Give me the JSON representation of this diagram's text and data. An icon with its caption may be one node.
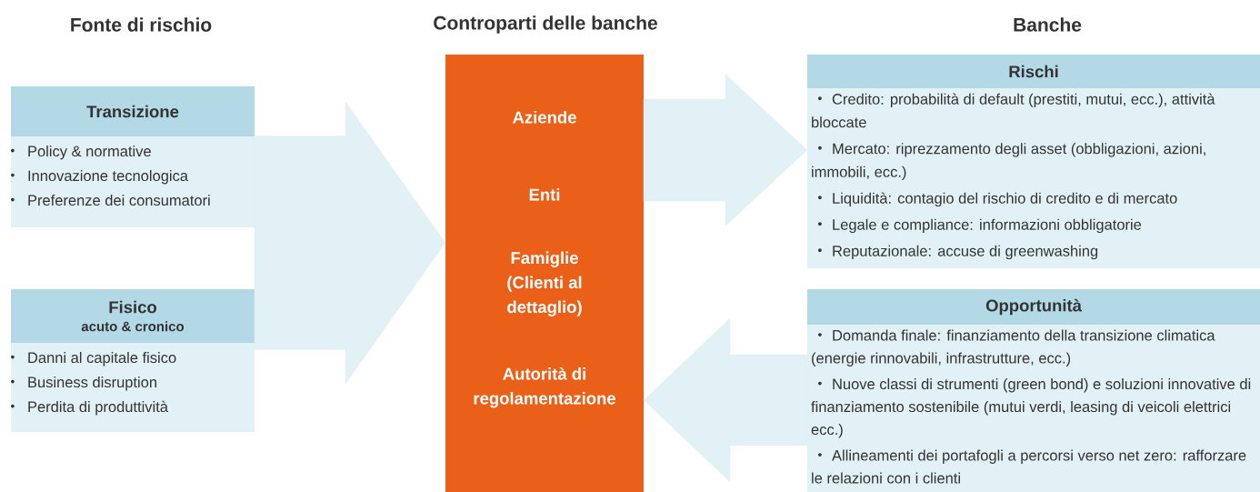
{
  "diagram": {
    "nodes": [
      {
        "text": [
          "Transizione",
          "Policy & normative",
          "Innovazione tecnologica",
          "Preferenze dei consumatori"
        ]
      },
      {
        "text": [
          "Fisico",
          "acuto & cronico",
          "Danni al capitale fisico",
          "Business disruption",
          "Perdita di produttività"
        ]
      },
      {
        "text": [
          "Aziende",
          "Enti",
          "Famiglie (Clienti al dettaglio)",
          "Autorità di regolamentazione"
        ]
      },
      {
        "text": [
          "Rischi",
          "Credito: probabilità di default (prestiti, mutui, ecc.), attività bloccate",
          "Mercato: riprezzamento degli asset (obbligazioni, azioni, immobili, ecc.)",
          "Liquidità: contagio del rischio di credito e di mercato",
          "Legale e compliance: informazioni obbligatorie",
          "Reputazionale: accuse di greenwashing"
        ]
      },
      {
        "text": [
          "Opportunità",
          "Domanda finale: finanziamento della transizione climatica (energie rinnovabili, infrastrutture, ecc.)",
          "Nuove classi di strumenti (green bond) e soluzioni innovative di finanziamento sostenibile (mutui verdi, leasing di veicoli elettrici ecc.)",
          "Allineamenti dei portafogli a percorsi verso net zero: rafforzare le relazioni con i clienti"
        ]
      }
    ],
    "edges": [
      {
        "from": 0,
        "to": 2,
        "arrow": "to"
      },
      {
        "from": 1,
        "to": 2,
        "arrow": "to"
      },
      {
        "from": 2,
        "to": 3,
        "arrow": "to"
      },
      {
        "from": 4,
        "to": 2,
        "arrow": "to"
      }
    ],
    "labels": [
      "Fonte di rischio",
      "Controparti delle banche",
      "Banche"
    ]
  }
}
